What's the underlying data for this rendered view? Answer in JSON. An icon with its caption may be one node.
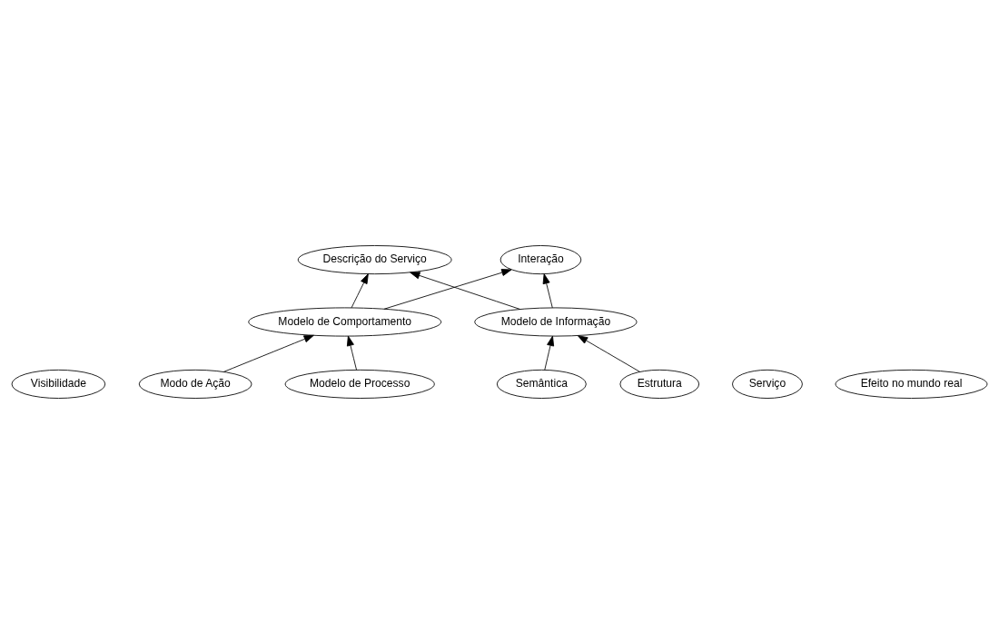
{
  "diagram": {
    "nodes": [
      {
        "text": [
          "Visibilidade"
        ]
      },
      {
        "text": [
          "Descrição do Serviço"
        ]
      },
      {
        "text": [
          "Modo de Ação"
        ]
      },
      {
        "text": [
          "Serviço"
        ]
      },
      {
        "text": [
          "Modelo de Comportamento"
        ]
      },
      {
        "text": [
          "Modelo de Processo"
        ]
      },
      {
        "text": [
          "Interação"
        ]
      },
      {
        "text": [
          "Efeito no mundo real"
        ]
      },
      {
        "text": [
          "Modelo de Informação"
        ]
      },
      {
        "text": [
          "Semântica"
        ]
      },
      {
        "text": [
          "Estrutura"
        ]
      }
    ],
    "edges": [
      {
        "from": 4,
        "to": 1,
        "arrow": "to"
      },
      {
        "from": 2,
        "to": 4,
        "arrow": "to"
      },
      {
        "from": 5,
        "to": 4,
        "arrow": "to"
      },
      {
        "from": 4,
        "to": 6,
        "arrow": "to"
      },
      {
        "from": 8,
        "to": 6,
        "arrow": "to"
      },
      {
        "from": 8,
        "to": 1,
        "arrow": "to"
      },
      {
        "from": 9,
        "to": 8,
        "arrow": "to"
      },
      {
        "from": 10,
        "to": 8,
        "arrow": "to"
      }
    ]
  }
}
